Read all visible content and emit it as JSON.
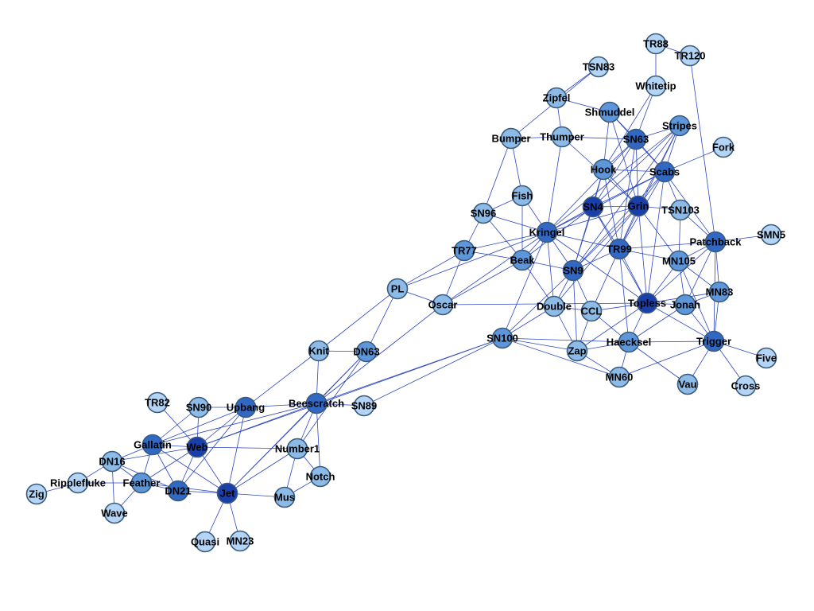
{
  "graph": {
    "levels": {
      "1": "#b3d4f5",
      "2": "#8dbbe8",
      "3": "#5d96d9",
      "4": "#3068c4",
      "5": "#1b3faa"
    },
    "nodes": [
      {
        "id": "TR88",
        "label": "TR88",
        "level": 1
      },
      {
        "id": "TR120",
        "label": "TR120",
        "level": 1
      },
      {
        "id": "TSN83",
        "label": "TSN83",
        "level": 1
      },
      {
        "id": "Whitetip",
        "label": "Whitetip",
        "level": 1
      },
      {
        "id": "Zipfel",
        "label": "Zipfel",
        "level": 2
      },
      {
        "id": "Shmuddel",
        "label": "Shmuddel",
        "level": 3
      },
      {
        "id": "Stripes",
        "label": "Stripes",
        "level": 3
      },
      {
        "id": "Bumper",
        "label": "Bumper",
        "level": 2
      },
      {
        "id": "Thumper",
        "label": "Thumper",
        "level": 2
      },
      {
        "id": "SN63",
        "label": "SN63",
        "level": 4
      },
      {
        "id": "Fork",
        "label": "Fork",
        "level": 1
      },
      {
        "id": "Hook",
        "label": "Hook",
        "level": 3
      },
      {
        "id": "Scabs",
        "label": "Scabs",
        "level": 4
      },
      {
        "id": "Fish",
        "label": "Fish",
        "level": 2
      },
      {
        "id": "SN4",
        "label": "SN4",
        "level": 5
      },
      {
        "id": "Grin",
        "label": "Grin",
        "level": 5
      },
      {
        "id": "TSN103",
        "label": "TSN103",
        "level": 2
      },
      {
        "id": "SN96",
        "label": "SN96",
        "level": 2
      },
      {
        "id": "Kringel",
        "label": "Kringel",
        "level": 4
      },
      {
        "id": "Patchback",
        "label": "Patchback",
        "level": 4
      },
      {
        "id": "SMN5",
        "label": "SMN5",
        "level": 1
      },
      {
        "id": "TR77",
        "label": "TR77",
        "level": 3
      },
      {
        "id": "Beak",
        "label": "Beak",
        "level": 3
      },
      {
        "id": "TR99",
        "label": "TR99",
        "level": 4
      },
      {
        "id": "MN105",
        "label": "MN105",
        "level": 3
      },
      {
        "id": "SN9",
        "label": "SN9",
        "level": 4
      },
      {
        "id": "PL",
        "label": "PL",
        "level": 2
      },
      {
        "id": "MN83",
        "label": "MN83",
        "level": 3
      },
      {
        "id": "Oscar",
        "label": "Oscar",
        "level": 2
      },
      {
        "id": "Double",
        "label": "Double",
        "level": 2
      },
      {
        "id": "CCL",
        "label": "CCL",
        "level": 2
      },
      {
        "id": "Topless",
        "label": "Topless",
        "level": 5
      },
      {
        "id": "Jonah",
        "label": "Jonah",
        "level": 3
      },
      {
        "id": "SN100",
        "label": "SN100",
        "level": 3
      },
      {
        "id": "Knit",
        "label": "Knit",
        "level": 2
      },
      {
        "id": "DN63",
        "label": "DN63",
        "level": 3
      },
      {
        "id": "Zap",
        "label": "Zap",
        "level": 2
      },
      {
        "id": "Haecksel",
        "label": "Haecksel",
        "level": 3
      },
      {
        "id": "Trigger",
        "label": "Trigger",
        "level": 4
      },
      {
        "id": "Five",
        "label": "Five",
        "level": 1
      },
      {
        "id": "MN60",
        "label": "MN60",
        "level": 2
      },
      {
        "id": "Vau",
        "label": "Vau",
        "level": 2
      },
      {
        "id": "Cross",
        "label": "Cross",
        "level": 1
      },
      {
        "id": "TR82",
        "label": "TR82",
        "level": 1
      },
      {
        "id": "SN90",
        "label": "SN90",
        "level": 2
      },
      {
        "id": "Upbang",
        "label": "Upbang",
        "level": 4
      },
      {
        "id": "Beescratch",
        "label": "Beescratch",
        "level": 4
      },
      {
        "id": "SN89",
        "label": "SN89",
        "level": 1
      },
      {
        "id": "Gallatin",
        "label": "Gallatin",
        "level": 4
      },
      {
        "id": "Web",
        "label": "Web",
        "level": 5
      },
      {
        "id": "Number1",
        "label": "Number1",
        "level": 2
      },
      {
        "id": "DN16",
        "label": "DN16",
        "level": 2
      },
      {
        "id": "Ripplefluke",
        "label": "Ripplefluke",
        "level": 1
      },
      {
        "id": "Feather",
        "label": "Feather",
        "level": 3
      },
      {
        "id": "Zig",
        "label": "Zig",
        "level": 1
      },
      {
        "id": "DN21",
        "label": "DN21",
        "level": 4
      },
      {
        "id": "Jet",
        "label": "Jet",
        "level": 5
      },
      {
        "id": "Notch",
        "label": "Notch",
        "level": 2
      },
      {
        "id": "Mus",
        "label": "Mus",
        "level": 2
      },
      {
        "id": "Wave",
        "label": "Wave",
        "level": 1
      },
      {
        "id": "Quasi",
        "label": "Quasi",
        "level": 1
      },
      {
        "id": "MN23",
        "label": "MN23",
        "level": 1
      }
    ],
    "edges": [
      [
        "TR88",
        "TR120"
      ],
      [
        "TR88",
        "Whitetip"
      ],
      [
        "TR120",
        "Patchback"
      ],
      [
        "TSN83",
        "Zipfel"
      ],
      [
        "TSN83",
        "Bumper"
      ],
      [
        "Whitetip",
        "SN63"
      ],
      [
        "Whitetip",
        "Hook"
      ],
      [
        "Zipfel",
        "Thumper"
      ],
      [
        "Zipfel",
        "Shmuddel"
      ],
      [
        "Shmuddel",
        "SN63"
      ],
      [
        "Shmuddel",
        "Hook"
      ],
      [
        "Shmuddel",
        "Scabs"
      ],
      [
        "Shmuddel",
        "Grin"
      ],
      [
        "Stripes",
        "SN63"
      ],
      [
        "Stripes",
        "Scabs"
      ],
      [
        "Stripes",
        "SN4"
      ],
      [
        "Stripes",
        "TR99"
      ],
      [
        "Stripes",
        "Grin"
      ],
      [
        "Stripes",
        "Kringel"
      ],
      [
        "Stripes",
        "SN9"
      ],
      [
        "Bumper",
        "Thumper"
      ],
      [
        "Bumper",
        "Fish"
      ],
      [
        "Bumper",
        "SN96"
      ],
      [
        "Thumper",
        "SN63"
      ],
      [
        "Thumper",
        "Kringel"
      ],
      [
        "Thumper",
        "Grin"
      ],
      [
        "SN63",
        "Scabs"
      ],
      [
        "SN63",
        "Hook"
      ],
      [
        "SN63",
        "Grin"
      ],
      [
        "SN63",
        "SN4"
      ],
      [
        "SN63",
        "TR99"
      ],
      [
        "SN63",
        "Kringel"
      ],
      [
        "Fork",
        "Scabs"
      ],
      [
        "Hook",
        "Scabs"
      ],
      [
        "Hook",
        "SN4"
      ],
      [
        "Hook",
        "Grin"
      ],
      [
        "Hook",
        "TR99"
      ],
      [
        "Hook",
        "SN9"
      ],
      [
        "Scabs",
        "Grin"
      ],
      [
        "Scabs",
        "SN4"
      ],
      [
        "Scabs",
        "TSN103"
      ],
      [
        "Scabs",
        "Kringel"
      ],
      [
        "Scabs",
        "SN9"
      ],
      [
        "Scabs",
        "TR99"
      ],
      [
        "Scabs",
        "Patchback"
      ],
      [
        "Scabs",
        "Topless"
      ],
      [
        "Fish",
        "SN96"
      ],
      [
        "Fish",
        "Kringel"
      ],
      [
        "Fish",
        "Beak"
      ],
      [
        "SN4",
        "Grin"
      ],
      [
        "SN4",
        "Kringel"
      ],
      [
        "SN4",
        "TR99"
      ],
      [
        "SN4",
        "SN9"
      ],
      [
        "SN4",
        "Topless"
      ],
      [
        "SN4",
        "Beak"
      ],
      [
        "Grin",
        "TSN103"
      ],
      [
        "Grin",
        "TR99"
      ],
      [
        "Grin",
        "SN9"
      ],
      [
        "Grin",
        "Kringel"
      ],
      [
        "Grin",
        "MN105"
      ],
      [
        "Grin",
        "Topless"
      ],
      [
        "Grin",
        "Double"
      ],
      [
        "TSN103",
        "Patchback"
      ],
      [
        "TSN103",
        "MN105"
      ],
      [
        "SN96",
        "TR77"
      ],
      [
        "SN96",
        "Beak"
      ],
      [
        "SN96",
        "Kringel"
      ],
      [
        "Kringel",
        "TR77"
      ],
      [
        "Kringel",
        "Beak"
      ],
      [
        "Kringel",
        "SN9"
      ],
      [
        "Kringel",
        "TR99"
      ],
      [
        "Kringel",
        "Oscar"
      ],
      [
        "Kringel",
        "SN100"
      ],
      [
        "Kringel",
        "Double"
      ],
      [
        "Kringel",
        "Topless"
      ],
      [
        "Kringel",
        "PL"
      ],
      [
        "Patchback",
        "SMN5"
      ],
      [
        "Patchback",
        "MN105"
      ],
      [
        "Patchback",
        "MN83"
      ],
      [
        "Patchback",
        "Jonah"
      ],
      [
        "Patchback",
        "Trigger"
      ],
      [
        "Patchback",
        "Topless"
      ],
      [
        "Patchback",
        "TR99"
      ],
      [
        "TR77",
        "Beak"
      ],
      [
        "TR77",
        "PL"
      ],
      [
        "TR77",
        "Oscar"
      ],
      [
        "Beak",
        "SN9"
      ],
      [
        "Beak",
        "Oscar"
      ],
      [
        "Beak",
        "Double"
      ],
      [
        "TR99",
        "SN9"
      ],
      [
        "TR99",
        "Topless"
      ],
      [
        "TR99",
        "MN105"
      ],
      [
        "TR99",
        "CCL"
      ],
      [
        "TR99",
        "Haecksel"
      ],
      [
        "MN105",
        "Topless"
      ],
      [
        "MN105",
        "Jonah"
      ],
      [
        "MN105",
        "MN83"
      ],
      [
        "MN105",
        "Trigger"
      ],
      [
        "SN9",
        "Double"
      ],
      [
        "SN9",
        "SN100"
      ],
      [
        "SN9",
        "Zap"
      ],
      [
        "SN9",
        "CCL"
      ],
      [
        "PL",
        "Oscar"
      ],
      [
        "PL",
        "Knit"
      ],
      [
        "PL",
        "DN63"
      ],
      [
        "MN83",
        "Jonah"
      ],
      [
        "MN83",
        "Trigger"
      ],
      [
        "MN83",
        "Topless"
      ],
      [
        "Oscar",
        "Topless"
      ],
      [
        "Oscar",
        "Beescratch"
      ],
      [
        "Double",
        "CCL"
      ],
      [
        "Double",
        "Zap"
      ],
      [
        "Double",
        "SN100"
      ],
      [
        "CCL",
        "Zap"
      ],
      [
        "CCL",
        "Haecksel"
      ],
      [
        "CCL",
        "Topless"
      ],
      [
        "Topless",
        "Jonah"
      ],
      [
        "Topless",
        "Trigger"
      ],
      [
        "Topless",
        "Haecksel"
      ],
      [
        "Topless",
        "Zap"
      ],
      [
        "Jonah",
        "Trigger"
      ],
      [
        "Jonah",
        "Haecksel"
      ],
      [
        "SN100",
        "Zap"
      ],
      [
        "SN100",
        "Haecksel"
      ],
      [
        "SN100",
        "SN89"
      ],
      [
        "SN100",
        "Beescratch"
      ],
      [
        "SN100",
        "MN60"
      ],
      [
        "SN100",
        "Web"
      ],
      [
        "Knit",
        "DN63"
      ],
      [
        "Knit",
        "Upbang"
      ],
      [
        "Knit",
        "Beescratch"
      ],
      [
        "DN63",
        "Beescratch"
      ],
      [
        "DN63",
        "Jet"
      ],
      [
        "DN63",
        "Number1"
      ],
      [
        "Zap",
        "Haecksel"
      ],
      [
        "Zap",
        "MN60"
      ],
      [
        "Haecksel",
        "Trigger"
      ],
      [
        "Haecksel",
        "MN60"
      ],
      [
        "Haecksel",
        "Vau"
      ],
      [
        "Trigger",
        "Five"
      ],
      [
        "Trigger",
        "Cross"
      ],
      [
        "Trigger",
        "Vau"
      ],
      [
        "Trigger",
        "MN60"
      ],
      [
        "TR82",
        "Web"
      ],
      [
        "SN90",
        "Web"
      ],
      [
        "SN90",
        "Upbang"
      ],
      [
        "SN90",
        "Gallatin"
      ],
      [
        "Upbang",
        "Beescratch"
      ],
      [
        "Upbang",
        "Web"
      ],
      [
        "Upbang",
        "DN21"
      ],
      [
        "Upbang",
        "Jet"
      ],
      [
        "Upbang",
        "Gallatin"
      ],
      [
        "Beescratch",
        "SN89"
      ],
      [
        "Beescratch",
        "Number1"
      ],
      [
        "Beescratch",
        "Notch"
      ],
      [
        "Beescratch",
        "Web"
      ],
      [
        "Beescratch",
        "Jet"
      ],
      [
        "Beescratch",
        "Gallatin"
      ],
      [
        "Gallatin",
        "Web"
      ],
      [
        "Gallatin",
        "DN16"
      ],
      [
        "Gallatin",
        "Feather"
      ],
      [
        "Gallatin",
        "DN21"
      ],
      [
        "Gallatin",
        "Jet"
      ],
      [
        "Web",
        "Feather"
      ],
      [
        "Web",
        "DN21"
      ],
      [
        "Web",
        "Jet"
      ],
      [
        "Web",
        "Number1"
      ],
      [
        "Web",
        "DN16"
      ],
      [
        "Number1",
        "Notch"
      ],
      [
        "Number1",
        "Mus"
      ],
      [
        "Number1",
        "Jet"
      ],
      [
        "DN16",
        "Ripplefluke"
      ],
      [
        "DN16",
        "Feather"
      ],
      [
        "DN16",
        "Wave"
      ],
      [
        "DN16",
        "DN21"
      ],
      [
        "Ripplefluke",
        "Zig"
      ],
      [
        "Ripplefluke",
        "Feather"
      ],
      [
        "Feather",
        "DN21"
      ],
      [
        "Feather",
        "Jet"
      ],
      [
        "Feather",
        "Wave"
      ],
      [
        "DN21",
        "Jet"
      ],
      [
        "Jet",
        "Mus"
      ],
      [
        "Jet",
        "Quasi"
      ],
      [
        "Jet",
        "MN23"
      ],
      [
        "Mus",
        "Notch"
      ]
    ]
  }
}
